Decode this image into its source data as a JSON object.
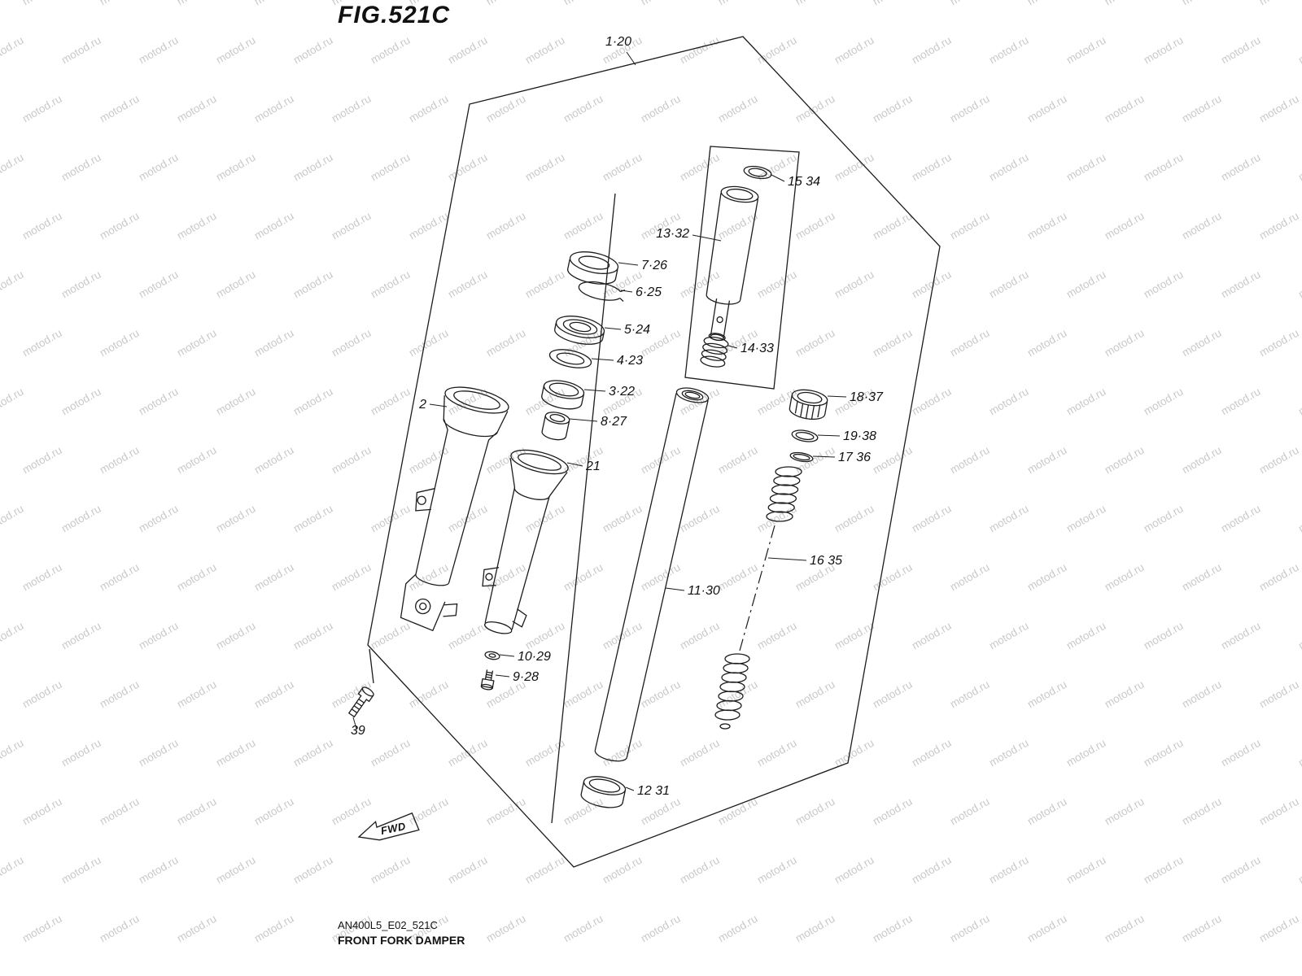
{
  "title": "FIG.521C",
  "watermark": {
    "text": "motod.ru"
  },
  "fwd": {
    "label": "FWD"
  },
  "footer": {
    "code": "AN400L5_E02_521C",
    "caption": "FRONT FORK DAMPER"
  },
  "diagram": {
    "description": "Exploded parts view of a motorcycle front fork damper",
    "parts": [
      {
        "label": "1·20",
        "line": [
          770,
          64,
          781,
          80
        ],
        "text": [
          744,
          56
        ],
        "anchor": "start"
      },
      {
        "label": "2",
        "line": [
          528,
          497,
          549,
          500
        ],
        "text": [
          524,
          502
        ],
        "anchor": "end"
      },
      {
        "label": "21",
        "line": [
          716,
          573,
          697,
          569
        ],
        "text": [
          720,
          578
        ],
        "anchor": "start"
      },
      {
        "label": "3·22",
        "line": [
          744,
          481,
          718,
          479
        ],
        "text": [
          748,
          486
        ],
        "anchor": "start"
      },
      {
        "label": "4·23",
        "line": [
          754,
          443,
          727,
          441
        ],
        "text": [
          758,
          448
        ],
        "anchor": "start"
      },
      {
        "label": "5·24",
        "line": [
          763,
          405,
          743,
          403
        ],
        "text": [
          767,
          410
        ],
        "anchor": "start"
      },
      {
        "label": "6·25",
        "line": [
          777,
          359,
          763,
          357
        ],
        "text": [
          781,
          364
        ],
        "anchor": "start"
      },
      {
        "label": "7·26",
        "line": [
          784,
          326,
          760,
          323
        ],
        "text": [
          788,
          331
        ],
        "anchor": "start"
      },
      {
        "label": "8·27",
        "line": [
          734,
          518,
          700,
          515
        ],
        "text": [
          738,
          523
        ],
        "anchor": "start"
      },
      {
        "label": "9·28",
        "line": [
          626,
          832,
          609,
          830
        ],
        "text": [
          630,
          837
        ],
        "anchor": "start"
      },
      {
        "label": "10·29",
        "line": [
          632,
          807,
          614,
          805
        ],
        "text": [
          636,
          812
        ],
        "anchor": "start"
      },
      {
        "label": "11·30",
        "line": [
          841,
          726,
          818,
          723
        ],
        "text": [
          845,
          731
        ],
        "anchor": "start"
      },
      {
        "label": "12 31",
        "line": [
          779,
          972,
          769,
          968
        ],
        "text": [
          783,
          977
        ],
        "anchor": "start"
      },
      {
        "label": "13·32",
        "line": [
          851,
          289,
          886,
          296
        ],
        "text": [
          847,
          292
        ],
        "anchor": "end"
      },
      {
        "label": "14·33",
        "line": [
          906,
          428,
          895,
          425
        ],
        "text": [
          910,
          433
        ],
        "anchor": "start"
      },
      {
        "label": "15 34",
        "line": [
          964,
          223,
          948,
          215
        ],
        "text": [
          968,
          228
        ],
        "anchor": "start"
      },
      {
        "label": "16 35",
        "line": [
          991,
          689,
          944,
          686
        ],
        "text": [
          995,
          694
        ],
        "anchor": "start"
      },
      {
        "label": "17 36",
        "line": [
          1026,
          562,
          999,
          561
        ],
        "text": [
          1030,
          567
        ],
        "anchor": "start"
      },
      {
        "label": "18·37",
        "line": [
          1040,
          488,
          1017,
          487
        ],
        "text": [
          1044,
          493
        ],
        "anchor": "start"
      },
      {
        "label": "19·38",
        "line": [
          1032,
          536,
          1005,
          535
        ],
        "text": [
          1036,
          541
        ],
        "anchor": "start"
      },
      {
        "label": "39",
        "line": [
          438,
          896,
          434,
          882
        ],
        "text": [
          431,
          903
        ],
        "anchor": "start"
      }
    ]
  }
}
